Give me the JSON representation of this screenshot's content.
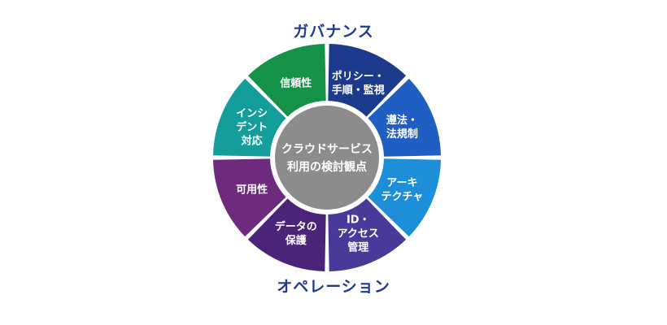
{
  "diagram": {
    "top_label": "ガバナンス",
    "bottom_label": "オペレーション",
    "center": {
      "lines": [
        "クラウドサービス",
        "利用の検討観点"
      ],
      "color": "#8c8c8c"
    },
    "segments": [
      {
        "id": "policy",
        "lines": [
          "ポリシー・",
          "手順・監視"
        ],
        "color": "#1b3a8c"
      },
      {
        "id": "compliance",
        "lines": [
          "遵法・",
          "法規制"
        ],
        "color": "#1f5ec2"
      },
      {
        "id": "architecture",
        "lines": [
          "アーキ",
          "テクチャ"
        ],
        "color": "#1d8fd8"
      },
      {
        "id": "id-access",
        "lines": [
          "ID・",
          "アクセス",
          "管理"
        ],
        "color": "#473a99"
      },
      {
        "id": "data-protect",
        "lines": [
          "データの",
          "保護"
        ],
        "color": "#4a2479"
      },
      {
        "id": "availability",
        "lines": [
          "可用性"
        ],
        "color": "#6e2a7d"
      },
      {
        "id": "incident",
        "lines": [
          "インシ",
          "デント",
          "対応"
        ],
        "color": "#149e9b"
      },
      {
        "id": "trust",
        "lines": [
          "信頼性"
        ],
        "color": "#149248"
      }
    ]
  }
}
